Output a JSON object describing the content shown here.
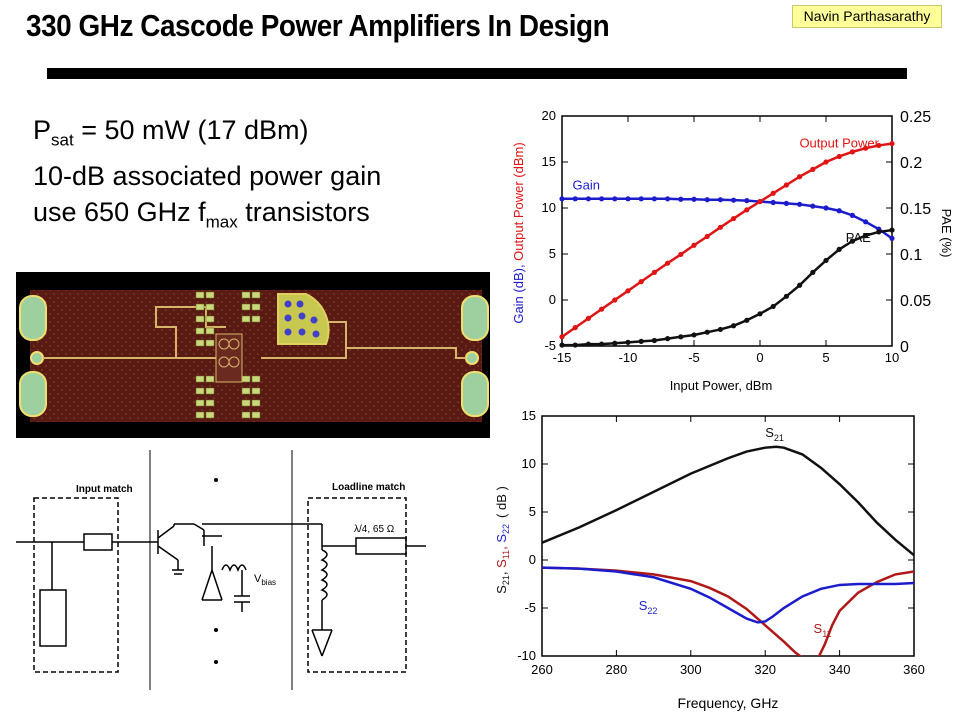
{
  "slide": {
    "title": "330 GHz Cascode Power Amplifiers In Design",
    "author": "Navin Parthasarathy"
  },
  "bullets": {
    "line1": {
      "prefix": "P",
      "sub": "sat",
      "suffix": " = 50 mW (17 dBm)"
    },
    "line2": "10-dB associated power gain",
    "line3": {
      "prefix": "use 650 GHz f",
      "sub": "max",
      "suffix": " transistors"
    }
  },
  "schematic": {
    "input_match_label": "Input match",
    "loadline_match_label": "Loadline match",
    "tline_label": "λ/4, 65 Ω",
    "vbias_label": "V",
    "vbias_sub": "bias"
  },
  "chart_data": [
    {
      "type": "line",
      "xlabel": "Input Power, dBm",
      "ylabel_left_parts": [
        {
          "text": "Gain (dB), ",
          "color": "#1c1ccc"
        },
        {
          "text": "Output Power (dBm)",
          "color": "#e01414"
        }
      ],
      "ylabel_right": "PAE (%)",
      "xlim": [
        -15,
        10
      ],
      "ylim_left": [
        -5,
        20
      ],
      "ylim_right": [
        0,
        0.25
      ],
      "x_ticks": [
        -15,
        -10,
        -5,
        0,
        5,
        10
      ],
      "y_ticks_left": [
        -5,
        0,
        5,
        10,
        15,
        20
      ],
      "y_ticks_right": [
        0,
        0.05,
        0.1,
        0.15,
        0.2,
        0.25
      ],
      "series": [
        {
          "name": "Gain",
          "axis": "left",
          "color": "#1c1ccc",
          "x": [
            -15,
            -14,
            -13,
            -12,
            -11,
            -10,
            -9,
            -8,
            -7,
            -6,
            -5,
            -4,
            -3,
            -2,
            -1,
            0,
            1,
            2,
            3,
            4,
            5,
            6,
            7,
            8,
            9,
            10
          ],
          "y": [
            11,
            11,
            11,
            11,
            11,
            11,
            11,
            11,
            11,
            10.95,
            10.95,
            10.9,
            10.9,
            10.85,
            10.8,
            10.7,
            10.6,
            10.5,
            10.4,
            10.2,
            10,
            9.7,
            9.2,
            8.5,
            7.7,
            6.7
          ]
        },
        {
          "name": "Output Power",
          "axis": "left",
          "color": "#e01414",
          "x": [
            -15,
            -14,
            -13,
            -12,
            -11,
            -10,
            -9,
            -8,
            -7,
            -6,
            -5,
            -4,
            -3,
            -2,
            -1,
            0,
            1,
            2,
            3,
            4,
            5,
            6,
            7,
            8,
            9,
            10
          ],
          "y": [
            -4,
            -3,
            -2,
            -1,
            0,
            1,
            2,
            3,
            4,
            4.95,
            5.95,
            6.9,
            7.9,
            8.85,
            9.8,
            10.7,
            11.6,
            12.5,
            13.4,
            14.2,
            15,
            15.6,
            16.1,
            16.5,
            16.8,
            17
          ]
        },
        {
          "name": "PAE",
          "axis": "right",
          "color": "#111111",
          "x": [
            -15,
            -14,
            -13,
            -12,
            -11,
            -10,
            -9,
            -8,
            -7,
            -6,
            -5,
            -4,
            -3,
            -2,
            -1,
            0,
            1,
            2,
            3,
            4,
            5,
            6,
            7,
            8,
            9,
            10
          ],
          "y": [
            0.001,
            0.001,
            0.002,
            0.002,
            0.003,
            0.004,
            0.005,
            0.006,
            0.008,
            0.01,
            0.012,
            0.015,
            0.018,
            0.022,
            0.028,
            0.035,
            0.043,
            0.054,
            0.066,
            0.08,
            0.093,
            0.105,
            0.114,
            0.12,
            0.124,
            0.126
          ]
        }
      ]
    },
    {
      "type": "line",
      "xlabel": "Frequency, GHz",
      "ylabel_parts": [
        {
          "text": "S",
          "sub": "21",
          "sep": ", ",
          "color": "#111111"
        },
        {
          "text": "S",
          "sub": "11",
          "sep": ", ",
          "color": "#b01818"
        },
        {
          "text": "S",
          "sub": "22",
          "sep": "",
          "color": "#1c1ccc"
        }
      ],
      "ylabel_unit": "( dB )",
      "xlim": [
        260,
        360
      ],
      "ylim": [
        -10,
        15
      ],
      "x_ticks": [
        260,
        280,
        300,
        320,
        340,
        360
      ],
      "y_ticks": [
        -10,
        -5,
        0,
        5,
        10,
        15
      ],
      "series": [
        {
          "name": "S",
          "sub": "21",
          "color": "#111111",
          "x": [
            260,
            270,
            280,
            290,
            300,
            310,
            315,
            320,
            323,
            325,
            330,
            335,
            340,
            345,
            350,
            355,
            360
          ],
          "y": [
            1.8,
            3.4,
            5.2,
            7.1,
            9,
            10.6,
            11.3,
            11.7,
            11.8,
            11.7,
            11,
            9.6,
            7.9,
            6,
            3.9,
            2.1,
            0.5
          ]
        },
        {
          "name": "S",
          "sub": "11",
          "color": "#b01818",
          "x": [
            260,
            270,
            280,
            290,
            300,
            305,
            310,
            315,
            320,
            325,
            328,
            330,
            332,
            334,
            336,
            338,
            340,
            345,
            350,
            355,
            360
          ],
          "y": [
            -0.8,
            -0.9,
            -1.1,
            -1.5,
            -2.2,
            -2.9,
            -3.8,
            -5.1,
            -6.8,
            -8.5,
            -9.6,
            -10.2,
            -10.5,
            -10.4,
            -8.8,
            -6.8,
            -5.3,
            -3.4,
            -2.3,
            -1.5,
            -1.2
          ]
        },
        {
          "name": "S",
          "sub": "22",
          "color": "#1c1ccc",
          "x": [
            260,
            270,
            280,
            290,
            300,
            305,
            310,
            315,
            318,
            320,
            322,
            325,
            330,
            335,
            340,
            345,
            350,
            355,
            360
          ],
          "y": [
            -0.8,
            -0.9,
            -1.2,
            -1.8,
            -3,
            -3.9,
            -5,
            -6.1,
            -6.5,
            -6.4,
            -5.9,
            -5,
            -3.8,
            -3,
            -2.6,
            -2.5,
            -2.5,
            -2.5,
            -2.4
          ]
        }
      ]
    }
  ]
}
